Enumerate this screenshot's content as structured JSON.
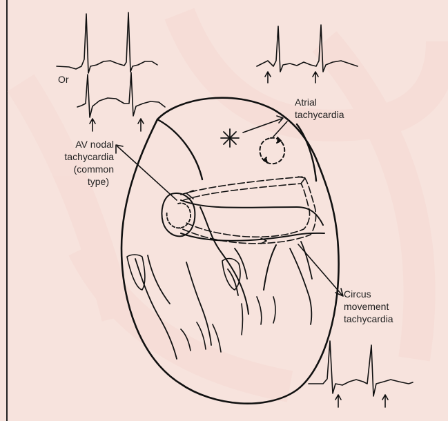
{
  "labels": {
    "or": "Or",
    "atrial": [
      "Atrial",
      "tachycardia"
    ],
    "av_nodal": [
      "AV nodal",
      "tachycardia",
      "(common",
      "type)"
    ],
    "circus": [
      "Circus",
      "movement",
      "tachycardia"
    ]
  },
  "colors": {
    "background": "#f7e3dd",
    "panel": "#ffffff",
    "watermark": "#f4d6cf",
    "ink": "#111111"
  },
  "icons": [
    "asterisk-ectopic-focus-icon",
    "arrow-up-icon"
  ]
}
